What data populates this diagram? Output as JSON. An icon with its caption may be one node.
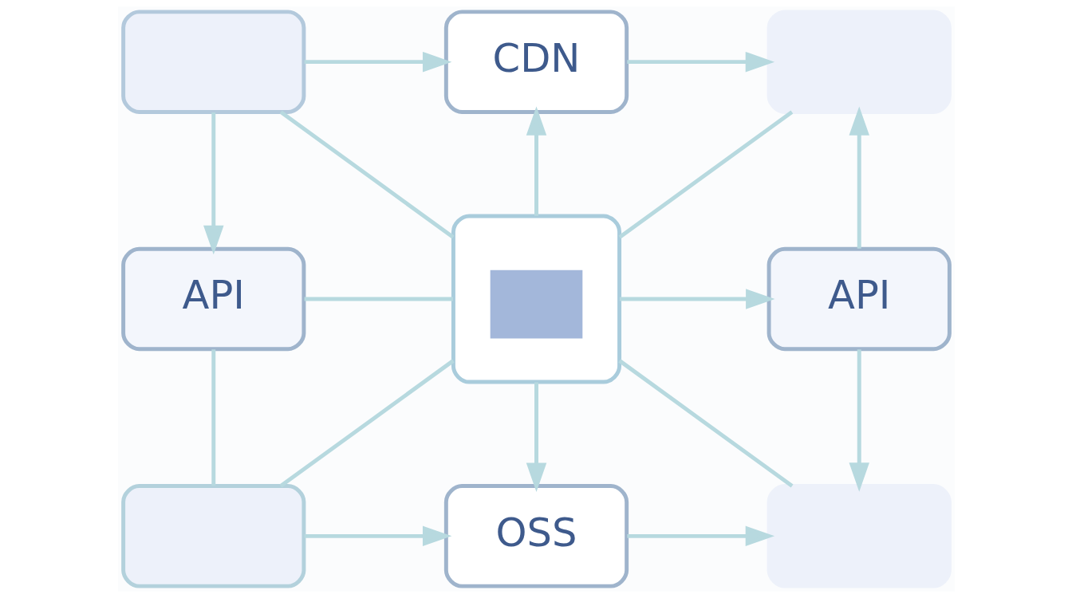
{
  "diagram": {
    "nodes": [
      {
        "text": [],
        "shape": "box"
      },
      {
        "text": [
          "CDN"
        ]
      },
      {
        "text": [],
        "shape": "box"
      },
      {
        "text": [
          "API"
        ]
      },
      {
        "text": [],
        "shape": "picture"
      },
      {
        "text": [
          "API"
        ]
      },
      {
        "text": [],
        "shape": "box"
      },
      {
        "text": [
          "OSS"
        ]
      },
      {
        "text": [],
        "shape": "box"
      }
    ],
    "edges": [
      {
        "from": 0,
        "to": 1,
        "arrow": "to"
      },
      {
        "from": 1,
        "to": 2,
        "arrow": "to"
      },
      {
        "from": 0,
        "to": 3,
        "arrow": "to"
      },
      {
        "from": 0,
        "to": 4,
        "arrow": "none"
      },
      {
        "from": 4,
        "to": 1,
        "arrow": "to"
      },
      {
        "from": 4,
        "to": 2,
        "arrow": "none"
      },
      {
        "from": 3,
        "to": 4,
        "arrow": "none"
      },
      {
        "from": 4,
        "to": 5,
        "arrow": "to"
      },
      {
        "from": 5,
        "to": 2,
        "arrow": "to"
      },
      {
        "from": 5,
        "to": 8,
        "arrow": "to"
      },
      {
        "from": 3,
        "to": 6,
        "arrow": "none"
      },
      {
        "from": 4,
        "to": 6,
        "arrow": "none"
      },
      {
        "from": 4,
        "to": 7,
        "arrow": "to"
      },
      {
        "from": 4,
        "to": 8,
        "arrow": "none"
      },
      {
        "from": 6,
        "to": 7,
        "arrow": "to"
      },
      {
        "from": 7,
        "to": 8,
        "arrow": "to"
      }
    ]
  }
}
